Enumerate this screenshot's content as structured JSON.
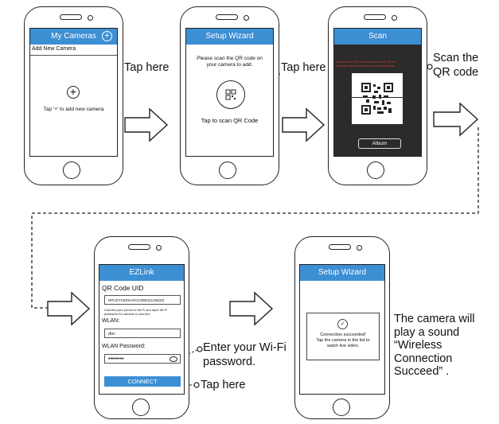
{
  "step1": {
    "title": "My Cameras",
    "plus_icon": "plus-circle-icon",
    "add_new_label": "Add New Camera",
    "hint": "Tap '+' to add new camera",
    "callout": "Tap here"
  },
  "step2": {
    "title": "Setup Wizard",
    "instruction_line1": "Please scan the QR code on",
    "instruction_line2": "your camera to add.",
    "scan_label": "Tap to scan QR Code",
    "callout": "Tap here"
  },
  "step3": {
    "title": "Scan",
    "red_hint_line1": "Please put the QR code within the frame. Put the",
    "red_hint_line2": "barcode outside the frame to avoid interference.",
    "album_label": "Album",
    "callout_line1": "Scan the",
    "callout_line2": "QR code"
  },
  "step4": {
    "title": "EZLink",
    "section_label": "QR Code UID",
    "uid_value": "NPUSYHSZSADVCSBD111ABZZZ",
    "note_line1": "Connect your phone to Wi-Fi and input Wi-Fi",
    "note_line2": "password for camera to connect:",
    "wlan_label": "WLAN:",
    "wlan_value": "doc",
    "password_label": "WLAN Password:",
    "password_value": "••••••••",
    "connect_label": "CONNECT",
    "callout_password_line1": "Enter your Wi-Fi",
    "callout_password_line2": "password.",
    "callout_connect": "Tap here"
  },
  "step5": {
    "title": "Setup Wizard",
    "success_line1": "Connection succeeded!",
    "success_line2": "Tap the camera in the list to",
    "success_line3": "watch live video.",
    "callout_lines": [
      "The camera will",
      "play a sound",
      "“Wireless",
      "Connection",
      "Succeed” ."
    ]
  },
  "colors": {
    "accent": "#3d8fd4",
    "scan_bg": "#2b2b2b",
    "red_hint": "#d33a2c"
  }
}
